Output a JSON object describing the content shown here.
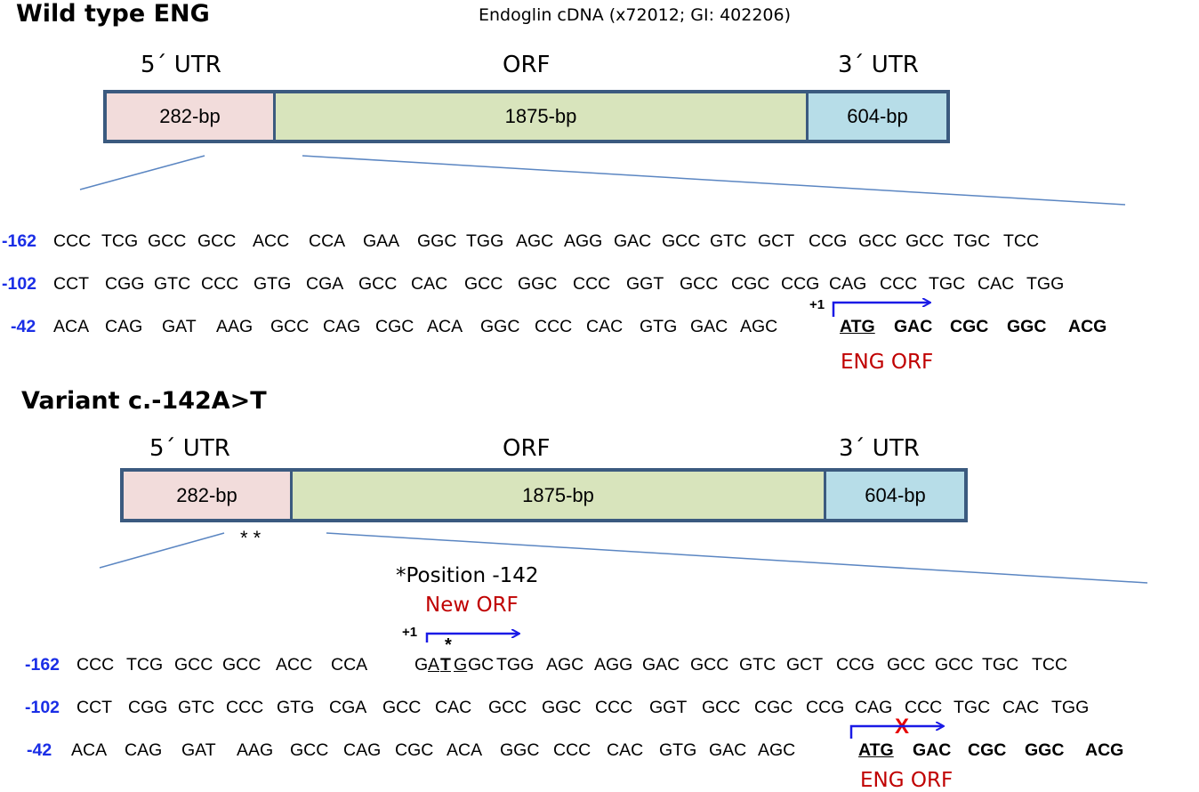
{
  "wild_type": {
    "title": "Wild type ENG",
    "source": "Endoglin cDNA (x72012; GI: 402206)",
    "labels": {
      "utr5": "5´ UTR",
      "orf": "ORF",
      "utr3": "3´ UTR"
    },
    "segments": {
      "utr5": "282-bp",
      "orf": "1875-bp",
      "utr3": "604-bp"
    },
    "rows": [
      {
        "pos": "-162",
        "codons": [
          "CCC",
          "TCG",
          "GCC",
          "GCC",
          "ACC",
          "CCA",
          "GAA",
          "GGC",
          "TGG",
          "AGC",
          "AGG",
          "GAC",
          "GCC",
          "GTC",
          "GCT",
          "CCG",
          "GCC",
          "GCC",
          "TGC",
          "TCC"
        ]
      },
      {
        "pos": "-102",
        "codons": [
          "CCT",
          "CGG",
          "GTC",
          "CCC",
          "GTG",
          "CGA",
          "GCC",
          "CAC",
          "GCC",
          "GGC",
          "CCC",
          "GGT",
          "GCC",
          "CGC",
          "CCG",
          "CAG",
          "CCC",
          "TGC",
          "CAC",
          "TGG"
        ]
      },
      {
        "pos": "-42",
        "codons": [
          "ACA",
          "CAG",
          "GAT",
          "AAG",
          "GCC",
          "CAG",
          "CGC",
          "ACA",
          "GGC",
          "CCC",
          "CAC",
          "GTG",
          "GAC",
          "AGC"
        ],
        "orf_codons": [
          "ATG",
          "GAC",
          "CGC",
          "GGC",
          "ACG"
        ]
      }
    ],
    "plus_one": "+1",
    "orf_label": "ENG ORF"
  },
  "variant": {
    "title": "Variant  c.-142A>T",
    "labels": {
      "utr5": "5´ UTR",
      "orf": "ORF",
      "utr3": "3´ UTR"
    },
    "segments": {
      "utr5": "282-bp",
      "orf": "1875-bp",
      "utr3": "604-bp"
    },
    "asterisks": "* *",
    "position_label": "*Position -142",
    "new_orf_label": "New ORF",
    "plus_one": "+1",
    "star": "*",
    "rows": [
      {
        "pos": "-162",
        "codons_a": [
          "CCC",
          "TCG",
          "GCC",
          "GCC",
          "ACC",
          "CCA"
        ],
        "split_g": "G",
        "split_at": "A",
        "split_t": "T",
        "split_g2": "G",
        "gc": "GC",
        "codons_b": [
          "TGG",
          "AGC",
          "AGG",
          "GAC",
          "GCC",
          "GTC",
          "GCT",
          "CCG",
          "GCC",
          "GCC",
          "TGC",
          "TCC"
        ]
      },
      {
        "pos": "-102",
        "codons": [
          "CCT",
          "CGG",
          "GTC",
          "CCC",
          "GTG",
          "CGA",
          "GCC",
          "CAC",
          "GCC",
          "GGC",
          "CCC",
          "GGT",
          "GCC",
          "CGC",
          "CCG",
          "CAG",
          "CCC",
          "TGC",
          "CAC",
          "TGG"
        ]
      },
      {
        "pos": "-42",
        "codons": [
          "ACA",
          "CAG",
          "GAT",
          "AAG",
          "GCC",
          "CAG",
          "CGC",
          "ACA",
          "GGC",
          "CCC",
          "CAC",
          "GTG",
          "GAC",
          "AGC"
        ],
        "orf_codons": [
          "ATG",
          "GAC",
          "CGC",
          "GGC",
          "ACG"
        ]
      }
    ],
    "blocked_mark": "X",
    "orf_label": "ENG ORF"
  },
  "colors": {
    "position": "#1a2ee6",
    "orf_label": "#c00000",
    "arrow": "#1a1ae6",
    "bar_border": "#3b5a7f",
    "utr5": "#f2dcdb",
    "orf": "#d8e4bc",
    "utr3": "#b7dde8",
    "blocked": "#e60000"
  }
}
